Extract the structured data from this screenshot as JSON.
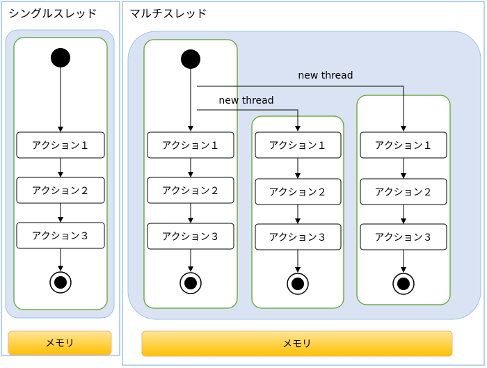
{
  "single": {
    "title": "シングルスレッド",
    "memory": "メモリ",
    "actions": [
      "アクション１",
      "アクション２",
      "アクション３"
    ]
  },
  "multi": {
    "title": "マルチスレッド",
    "memory": "メモリ",
    "new_thread_labels": [
      "new thread",
      "new thread"
    ],
    "threads": [
      {
        "actions": [
          "アクション１",
          "アクション２",
          "アクション３"
        ]
      },
      {
        "actions": [
          "アクション１",
          "アクション２",
          "アクション３"
        ]
      },
      {
        "actions": [
          "アクション１",
          "アクション２",
          "アクション３"
        ]
      }
    ]
  },
  "colors": {
    "panel_border": "#9dc3e6",
    "process_fill": "#dae3f3",
    "process_border": "#9dc3e6",
    "thread_border": "#70ad47",
    "memory_fill": "#ffd966",
    "memory_border": "#f4b183",
    "line": "#000000"
  }
}
